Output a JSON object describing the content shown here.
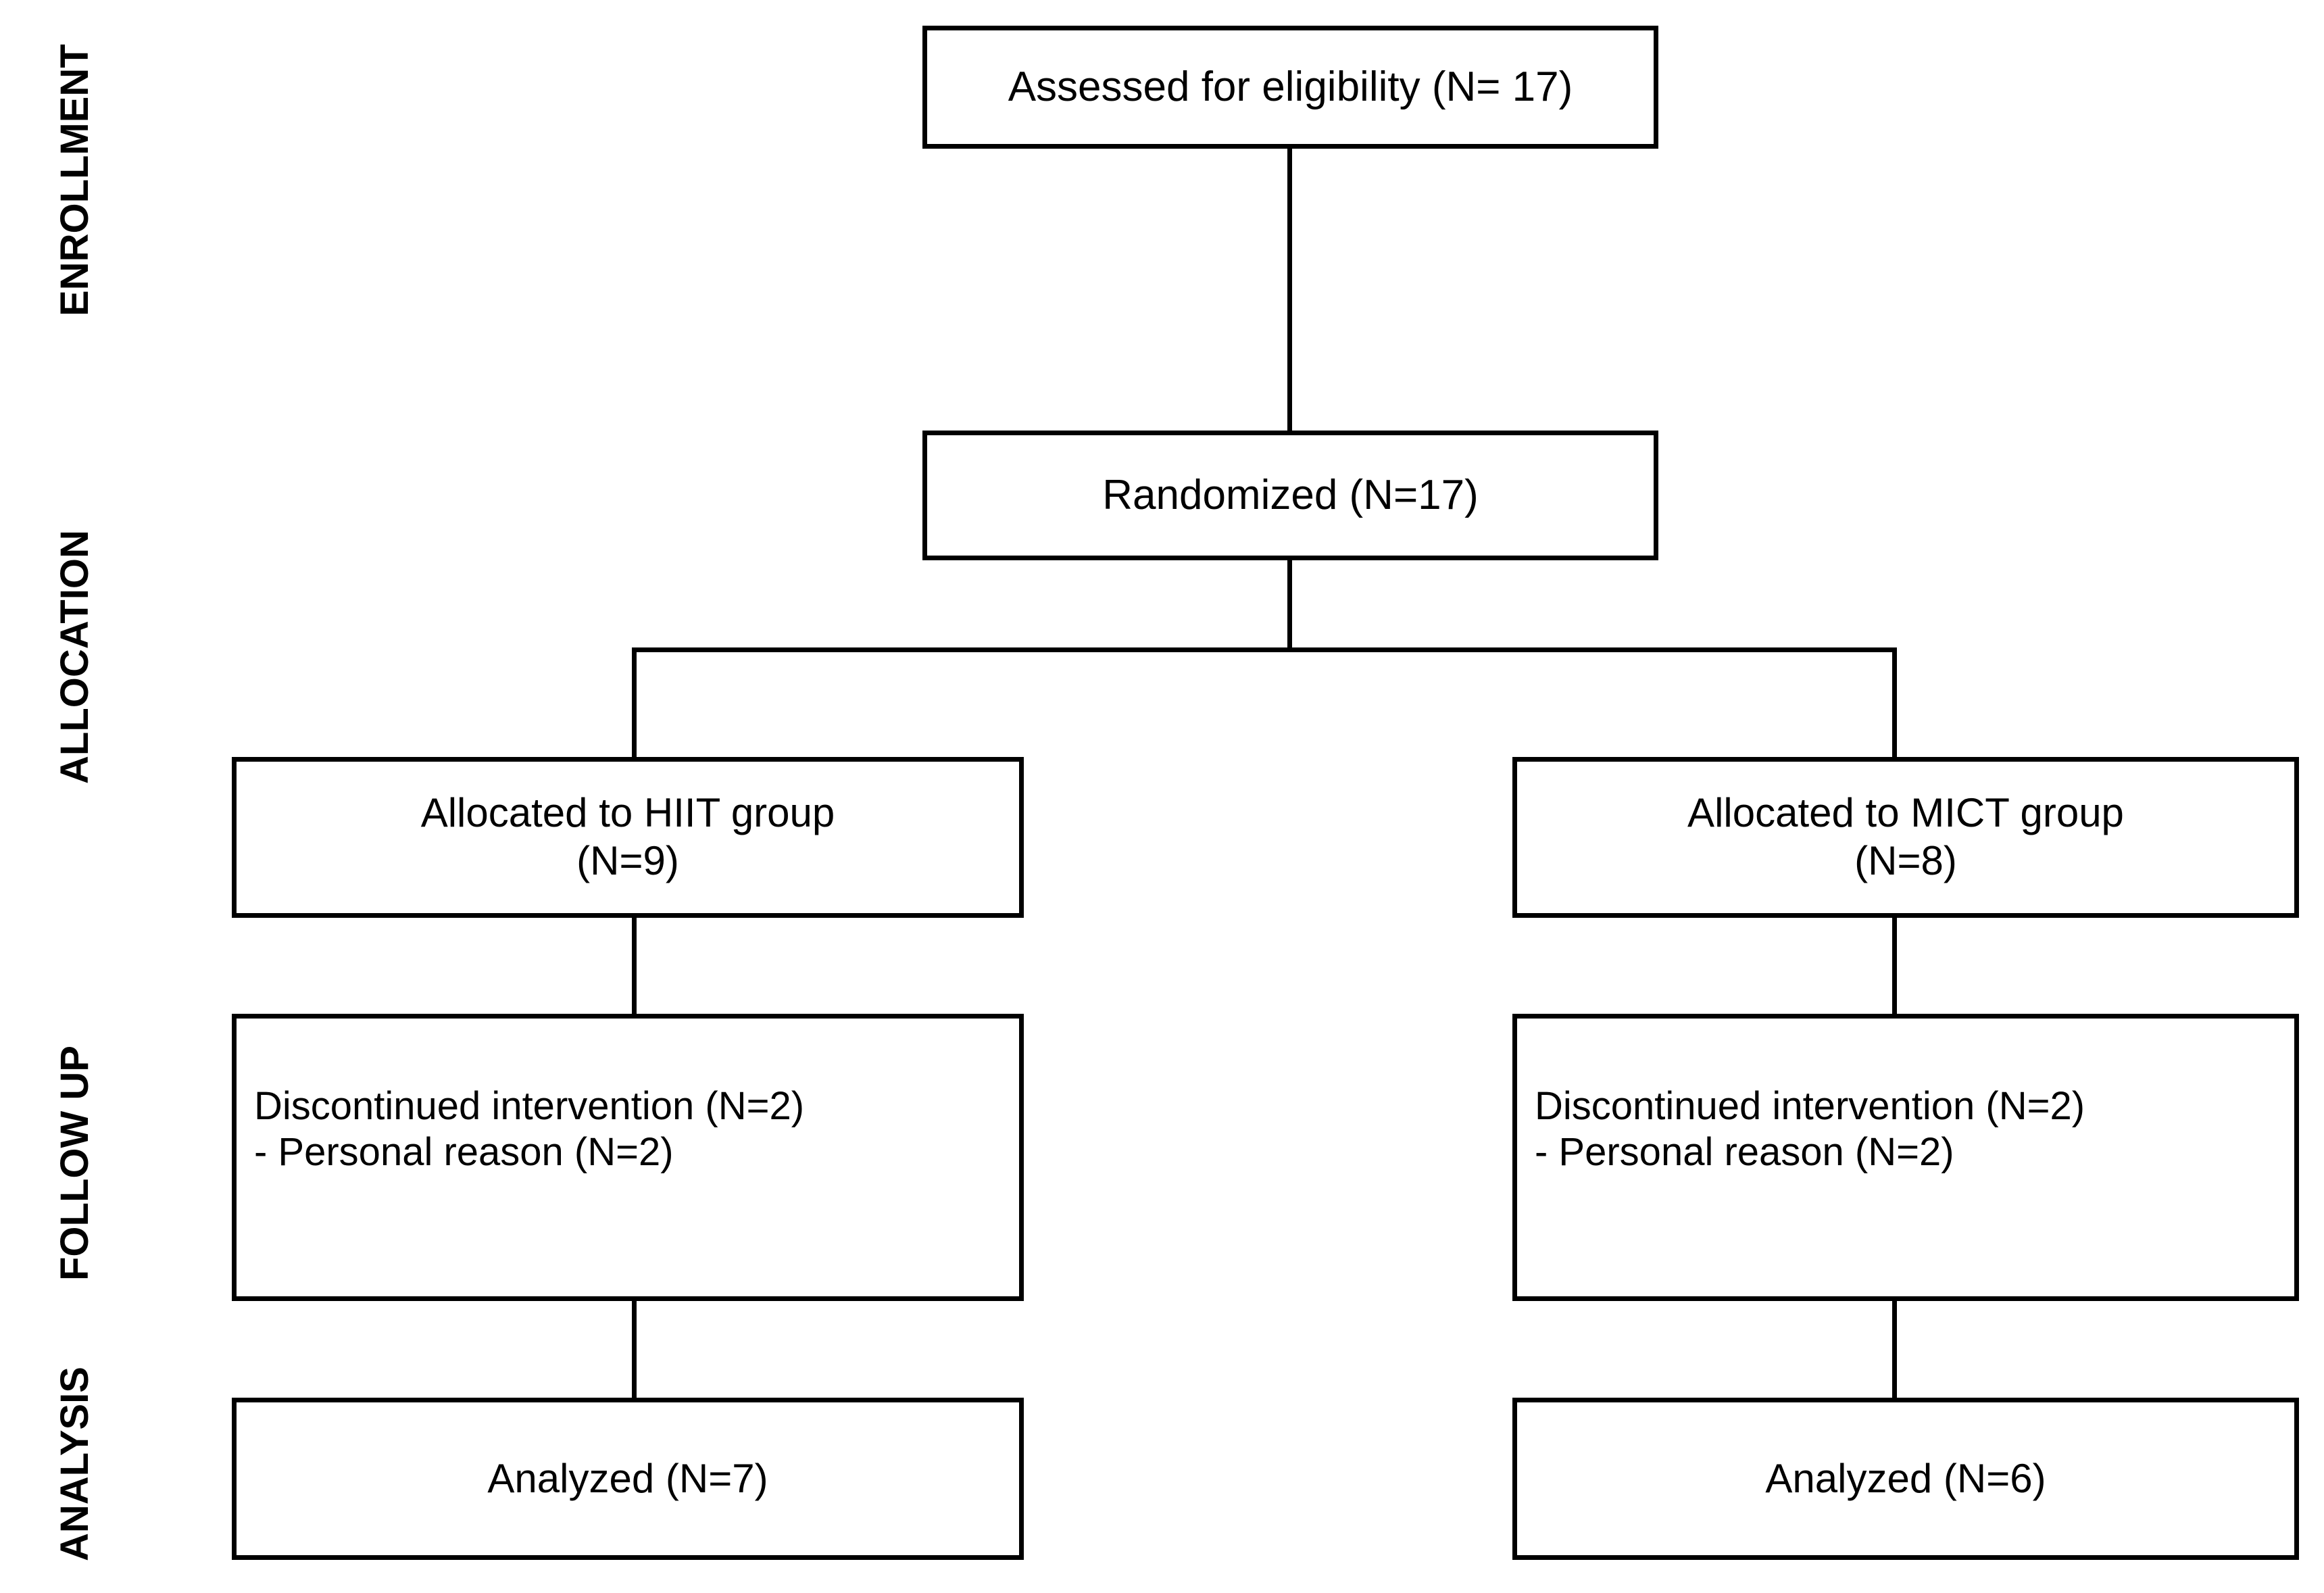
{
  "figure": {
    "type": "consort-flow-diagram",
    "background_color": "#ffffff",
    "line_color": "#000000",
    "text_color": "#000000"
  },
  "stages": [
    {
      "id": "enrollment",
      "label": "ENROLLMENT"
    },
    {
      "id": "allocation",
      "label": "ALLOCATION"
    },
    {
      "id": "follow_up",
      "label": "FOLLOW UP"
    },
    {
      "id": "analysis",
      "label": "ANALYSIS"
    }
  ],
  "nodes": {
    "assessed": {
      "line1": "Assessed for eligibility (N= 17)"
    },
    "randomized": {
      "line1": "Randomized (N=17)"
    },
    "allocated_hiit": {
      "line1": "Allocated to HIIT group",
      "line2": "(N=9)"
    },
    "allocated_mict": {
      "line1": "Allocated to MICT group",
      "line2": "(N=8)"
    },
    "discontinued_hiit": {
      "line1": "Discontinued intervention (N=2)",
      "line2": "- Personal reason (N=2)"
    },
    "discontinued_mict": {
      "line1": "Discontinued intervention (N=2)",
      "line2": "- Personal reason (N=2)"
    },
    "analyzed_hiit": {
      "line1": "Analyzed (N=7)"
    },
    "analyzed_mict": {
      "line1": "Analyzed (N=6)"
    }
  },
  "counts": {
    "assessed_for_eligibility": 17,
    "randomized": 17,
    "allocated_hiit": 9,
    "allocated_mict": 8,
    "discontinued_hiit": 2,
    "discontinued_hiit_personal_reason": 2,
    "discontinued_mict": 2,
    "discontinued_mict_personal_reason": 2,
    "analyzed_hiit": 7,
    "analyzed_mict": 6
  }
}
